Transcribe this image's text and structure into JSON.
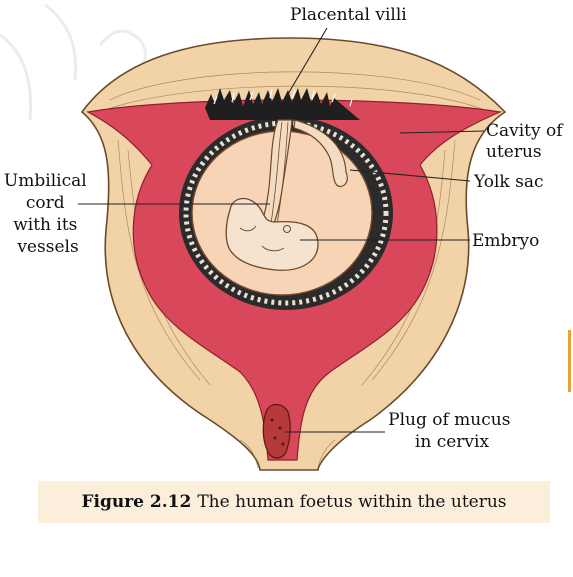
{
  "labels": {
    "placental_villi": "Placental villi",
    "cavity_line1": "Cavity of",
    "cavity_line2": "uterus",
    "yolk_sac": "Yolk sac",
    "umbilical_line1": "Umbilical",
    "umbilical_line2": "cord",
    "umbilical_line3": "with its",
    "umbilical_line4": "vessels",
    "embryo": "Embryo",
    "plug_line1": "Plug of mucus",
    "plug_line2": "in cervix"
  },
  "caption": {
    "figure_number": "Figure 2.12",
    "text": "The human foetus within the uterus"
  },
  "colors": {
    "uterine_wall": "#f2d3a8",
    "cavity": "#d9485a",
    "amnion": "#f6d4b5",
    "caption_bg": "#fbeedb"
  }
}
